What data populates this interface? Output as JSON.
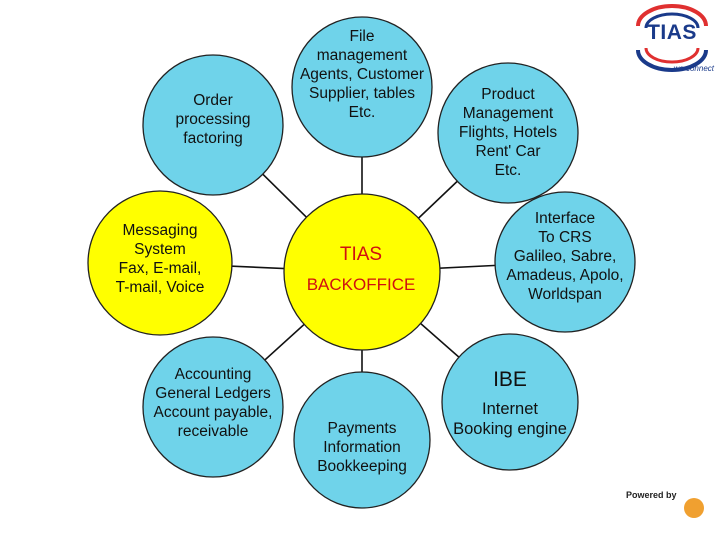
{
  "colors": {
    "node_fill": "#6fd3ea",
    "center_fill": "#ffff00",
    "messaging_fill": "#ffff00",
    "outline": "#222222",
    "connector": "#111111",
    "center_text": "#d01010",
    "logo_blue": "#1a3a8a",
    "logo_red": "#e03030"
  },
  "logo": {
    "icon": "tias-logo",
    "name": "TIAS",
    "tagline": "we connect"
  },
  "center": {
    "line1": "TIAS",
    "line2": "BACKOFFICE"
  },
  "nodes": [
    {
      "id": "order",
      "lines": [
        "Order",
        "processing",
        "factoring"
      ]
    },
    {
      "id": "file",
      "lines": [
        "File",
        "management",
        "Agents, Customer",
        "Supplier, tables",
        "Etc."
      ]
    },
    {
      "id": "product",
      "lines": [
        "Product",
        "Management",
        "Flights, Hotels",
        "Rent' Car",
        "Etc."
      ]
    },
    {
      "id": "messaging",
      "lines": [
        "Messaging",
        "System",
        "Fax, E-mail,",
        "T-mail, Voice"
      ]
    },
    {
      "id": "interface",
      "lines": [
        "Interface",
        "To CRS",
        "Galileo, Sabre,",
        "Amadeus, Apolo,",
        "Worldspan"
      ]
    },
    {
      "id": "accounting",
      "lines": [
        "Accounting",
        "General Ledgers",
        "Account payable,",
        "receivable"
      ]
    },
    {
      "id": "payments",
      "lines": [
        "Payments",
        "Information",
        "Bookkeeping"
      ]
    },
    {
      "id": "ibe",
      "lines": [
        "IBE",
        "Internet",
        "Booking engine"
      ]
    }
  ],
  "footer": {
    "powered_by": "Powered by",
    "badge_icon": "powered-by-badge-icon"
  }
}
